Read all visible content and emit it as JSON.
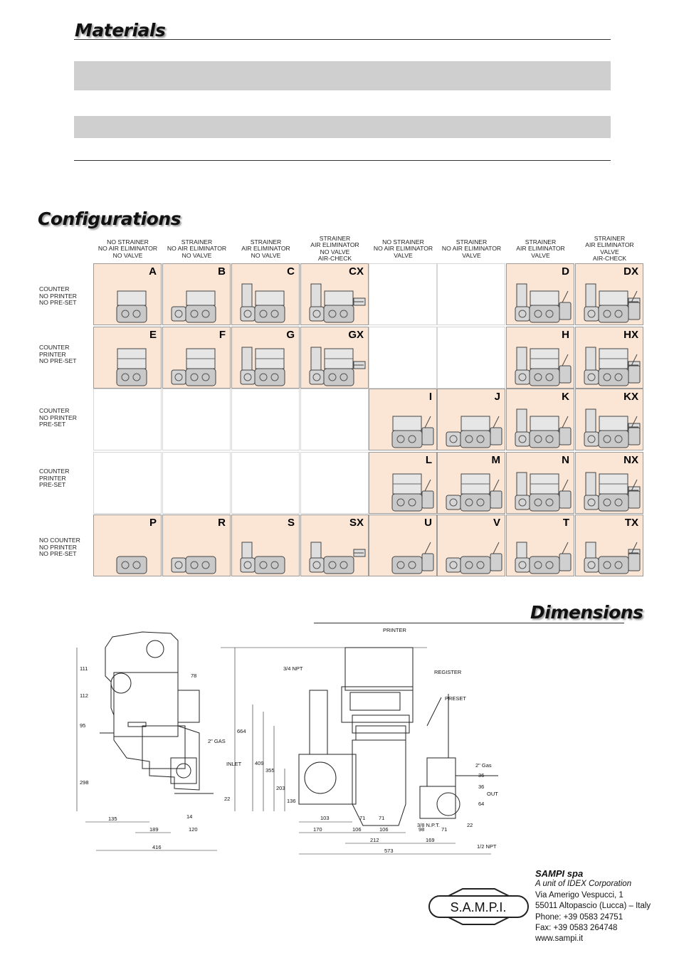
{
  "sections": {
    "materials": "Materials",
    "configurations": "Configurations",
    "dimensions": "Dimensions"
  },
  "columns": [
    [
      "NO STRAINER",
      "NO AIR ELIMINATOR",
      "NO VALVE"
    ],
    [
      "STRAINER",
      "NO AIR ELIMINATOR",
      "NO VALVE"
    ],
    [
      "STRAINER",
      "AIR ELIMINATOR",
      "NO VALVE"
    ],
    [
      "STRAINER",
      "AIR ELIMINATOR",
      "NO VALVE",
      "AIR-CHECK"
    ],
    [
      "NO STRAINER",
      "NO AIR ELIMINATOR",
      "VALVE"
    ],
    [
      "STRAINER",
      "NO AIR ELIMINATOR",
      "VALVE"
    ],
    [
      "STRAINER",
      "AIR ELIMINATOR",
      "VALVE"
    ],
    [
      "STRAINER",
      "AIR ELIMINATOR",
      "VALVE",
      "AIR-CHECK"
    ]
  ],
  "rows": [
    [
      "COUNTER",
      "NO PRINTER",
      "NO PRE-SET"
    ],
    [
      "COUNTER",
      "PRINTER",
      "NO PRE-SET"
    ],
    [
      "COUNTER",
      "NO PRINTER",
      "PRE-SET"
    ],
    [
      "COUNTER",
      "PRINTER",
      "PRE-SET"
    ],
    [
      "NO COUNTER",
      "NO PRINTER",
      "NO PRE-SET"
    ]
  ],
  "grid": [
    [
      "A",
      "B",
      "C",
      "CX",
      "",
      "",
      "D",
      "DX"
    ],
    [
      "E",
      "F",
      "G",
      "GX",
      "",
      "",
      "H",
      "HX"
    ],
    [
      "",
      "",
      "",
      "",
      "I",
      "J",
      "K",
      "KX"
    ],
    [
      "",
      "",
      "",
      "",
      "L",
      "M",
      "N",
      "NX"
    ],
    [
      "P",
      "R",
      "S",
      "SX",
      "U",
      "V",
      "T",
      "TX"
    ]
  ],
  "drawing_labels": {
    "printer": "PRINTER",
    "register": "REGISTER",
    "preset": "PRESET",
    "npt34": "3/4 NPT",
    "gas2": "2\" GAS",
    "inlet": "INLET",
    "gas2b": "2\" Gas",
    "out": "OUT",
    "npt38": "3/8 N.P.T.",
    "npt12": "1/2 NPT"
  },
  "dimensions": {
    "left_vertical": [
      "111",
      "112",
      "95",
      "298"
    ],
    "left_horizontal": [
      "78",
      "14",
      "22",
      "135",
      "189",
      "120",
      "416"
    ],
    "mid_vertical": [
      "664",
      "409",
      "355",
      "203",
      "136"
    ],
    "bottom": [
      "103",
      "71",
      "71",
      "170",
      "106",
      "106",
      "98",
      "71",
      "212",
      "169",
      "573"
    ],
    "right": [
      "36",
      "36",
      "64",
      "22"
    ]
  },
  "company": {
    "name": "SAMPI spa",
    "tagline": "A unit of IDEX Corporation",
    "street": "Via Amerigo Vespucci, 1",
    "city": "55011 Altopascio (Lucca) – Italy",
    "phone": "Phone: +39 0583 24751",
    "fax": "Fax: +39 0583 264748",
    "web": "www.sampi.it",
    "logo_text": "S.A.M.P.I."
  }
}
